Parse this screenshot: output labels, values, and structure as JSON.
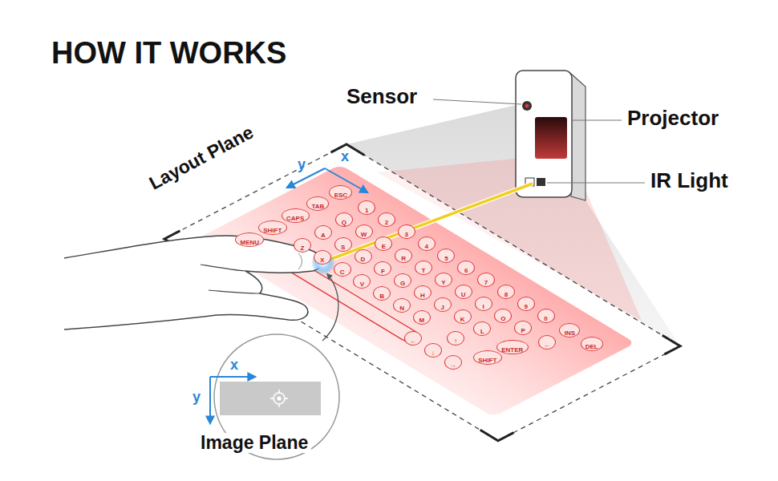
{
  "diagram": {
    "title": "HOW IT WORKS",
    "nodes": [
      {
        "text": [
          "ESC"
        ]
      },
      {
        "text": [
          "1"
        ]
      },
      {
        "text": [
          "2"
        ]
      },
      {
        "text": [
          "3"
        ]
      },
      {
        "text": [
          "4"
        ]
      },
      {
        "text": [
          "5"
        ]
      },
      {
        "text": [
          "6"
        ]
      },
      {
        "text": [
          "7"
        ]
      },
      {
        "text": [
          "8"
        ]
      },
      {
        "text": [
          "9"
        ]
      },
      {
        "text": [
          "0"
        ]
      },
      {
        "text": [
          "INS"
        ]
      },
      {
        "text": [
          "DEL"
        ]
      },
      {
        "text": [
          "TAB"
        ]
      },
      {
        "text": [
          "Q"
        ]
      },
      {
        "text": [
          "W"
        ]
      },
      {
        "text": [
          "E"
        ]
      },
      {
        "text": [
          "R"
        ]
      },
      {
        "text": [
          "T"
        ]
      },
      {
        "text": [
          "Y"
        ]
      },
      {
        "text": [
          "U"
        ]
      },
      {
        "text": [
          "I"
        ]
      },
      {
        "text": [
          "O"
        ]
      },
      {
        "text": [
          "P"
        ]
      },
      {
        "text": [
          "←"
        ]
      },
      {
        "text": [
          "CAPS"
        ]
      },
      {
        "text": [
          "A"
        ]
      },
      {
        "text": [
          "S"
        ]
      },
      {
        "text": [
          "D"
        ]
      },
      {
        "text": [
          "F"
        ]
      },
      {
        "text": [
          "G"
        ]
      },
      {
        "text": [
          "H"
        ]
      },
      {
        "text": [
          "J"
        ]
      },
      {
        "text": [
          "K"
        ]
      },
      {
        "text": [
          "L"
        ]
      },
      {
        "text": [
          "ENTER"
        ]
      },
      {
        "text": [
          "SHIFT"
        ]
      },
      {
        "text": [
          "Z"
        ]
      },
      {
        "text": [
          "X"
        ]
      },
      {
        "text": [
          "C"
        ]
      },
      {
        "text": [
          "V"
        ]
      },
      {
        "text": [
          "B"
        ]
      },
      {
        "text": [
          "N"
        ]
      },
      {
        "text": [
          "M"
        ]
      },
      {
        "text": [
          "↑"
        ]
      },
      {
        "text": [
          "SHIFT"
        ]
      },
      {
        "text": [
          "MENU"
        ]
      },
      {
        "text": [
          "←"
        ]
      },
      {
        "text": [
          "↓"
        ]
      },
      {
        "text": [
          "→"
        ]
      }
    ],
    "labels": [
      "Sensor",
      "Projector",
      "IR Light",
      "Layout Plane",
      "y",
      "x",
      "x",
      "y",
      "Image Plane"
    ]
  }
}
